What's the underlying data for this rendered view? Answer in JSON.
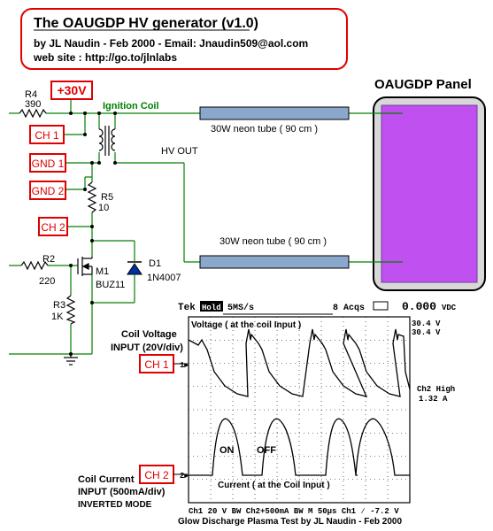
{
  "header": {
    "title": "The OAUGDP HV generator (v1.0)",
    "byline": "by JL Naudin - Feb 2000 - Email: Jnaudin509@aol.com",
    "website": "web site :   http://go.to/jlnlabs"
  },
  "panel": {
    "label": "OAUGDP Panel",
    "fill_color": "#c050f0"
  },
  "supply": {
    "label": "+30V"
  },
  "probes": {
    "ch1": "CH 1",
    "gnd1": "GND 1",
    "gnd2": "GND 2",
    "ch2": "CH 2"
  },
  "components": {
    "r4_name": "R4",
    "r4_value": "390",
    "ignition_coil": "Ignition Coil",
    "hv_out": "HV OUT",
    "r5_name": "R5",
    "r5_value": "10",
    "r2_name": "R2",
    "r2_value": "220",
    "m1_name": "M1",
    "m1_value": "BUZ11",
    "d1_name": "D1",
    "d1_value": "1N4007",
    "r3_name": "R3",
    "r3_value": "1K",
    "neon_top": "30W neon tube ( 90 cm )",
    "neon_bottom": "30W neon tube ( 90 cm )"
  },
  "scope": {
    "brand": "Tek",
    "hold": "Hold",
    "rate": "5MS/s",
    "acqs": "8 Acqs",
    "dc_reading": "0.000",
    "dc_unit": "VDC",
    "top_title": "Voltage ( at the coil Input )",
    "bottom_title": "Current ( at the Coil Input )",
    "right_val1": "30.4 V",
    "right_val2": "30.4 V",
    "ch2_high_label": "Ch2 High",
    "ch2_high_value": "1.32 A",
    "on_label": "ON",
    "off_label": "OFF",
    "footer": "Ch1   20 V   BW Ch2+500mA  BW M   50µs Ch1 ∕   -7.2 V",
    "caption": "Glow Discharge Plasma Test by JL Naudin - Feb 2000"
  },
  "annotations": {
    "coil_voltage_line1": "Coil Voltage",
    "coil_voltage_line2": "INPUT (20V/div)",
    "coil_current_line1": "Coil Current",
    "coil_current_line2": "INPUT (500mA/div)",
    "inverted_mode": "INVERTED MODE",
    "ch1_box": "CH 1",
    "ch2_box": "CH 2"
  },
  "colors": {
    "wire": "#008000",
    "label_red": "#e00000",
    "neon_tube": "#8aa8cc",
    "scope_bg": "#ffffff"
  }
}
